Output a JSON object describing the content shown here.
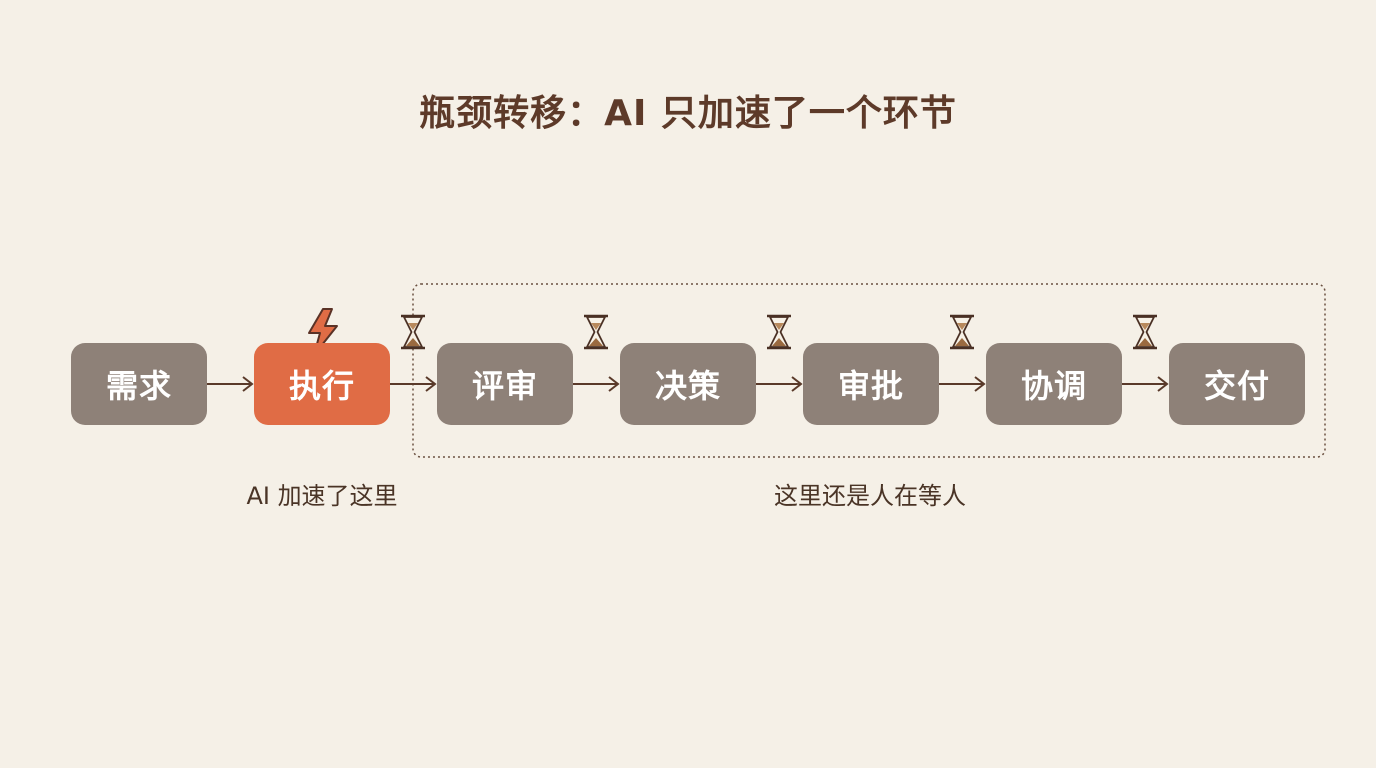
{
  "title": "瓶颈转移：AI 只加速了一个环节",
  "steps": [
    {
      "label": "需求",
      "state": "normal"
    },
    {
      "label": "执行",
      "state": "accelerated"
    },
    {
      "label": "评审",
      "state": "waiting"
    },
    {
      "label": "决策",
      "state": "waiting"
    },
    {
      "label": "审批",
      "state": "waiting"
    },
    {
      "label": "协调",
      "state": "waiting"
    },
    {
      "label": "交付",
      "state": "waiting"
    }
  ],
  "captions": {
    "accelerated": "AI 加速了这里",
    "waiting": "这里还是人在等人"
  },
  "icons": {
    "accelerated": "lightning-bolt-icon",
    "waiting": "hourglass-icon"
  },
  "colors": {
    "background": "#f5f0e7",
    "node": "#8e8178",
    "node_active": "#e06c45",
    "text_dark": "#5d3a29",
    "arrow": "#5a3a2a"
  }
}
